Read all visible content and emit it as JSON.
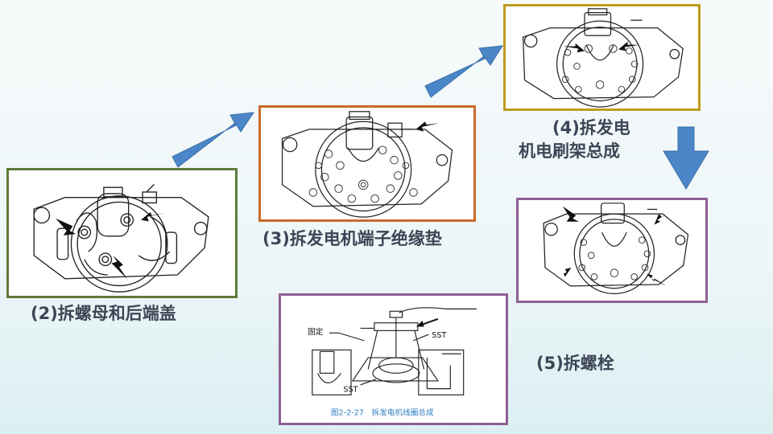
{
  "steps": {
    "step2": {
      "caption": "(2)拆螺母和后端盖"
    },
    "step3": {
      "caption": "(3)拆发电机端子绝缘垫"
    },
    "step4": {
      "caption_line1": "(4)拆发电",
      "caption_line2": "机电刷架总成"
    },
    "step5": {
      "caption": "(5)拆螺栓"
    }
  },
  "figure": {
    "label_fixed": "固定",
    "label_sst_top": "SST",
    "label_sst_bottom": "SST",
    "caption": "图2-2-27　拆发电机线圈总成"
  },
  "colors": {
    "arrow_blue": "#4a86c8",
    "frame_green": "#5e7b3a",
    "frame_orange": "#c96a2b",
    "frame_gold": "#bf9b1e",
    "frame_purple": "#8e5f93",
    "caption_text": "#3d4656",
    "figure_caption_blue": "#2f7fc1"
  }
}
